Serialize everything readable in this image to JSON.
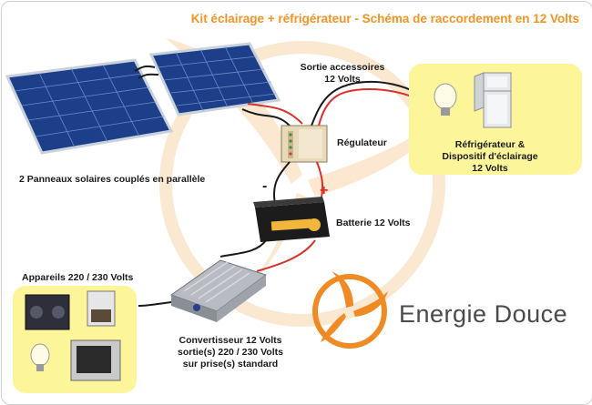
{
  "title": "Kit éclairage + réfrigérateur - Schéma de raccordement en 12 Volts",
  "labels": {
    "accessory_output_line1": "Sortie accessoires",
    "accessory_output_line2": "12 Volts",
    "regulator": "Régulateur",
    "panels": "2 Panneaux solaires couplés en parallèle",
    "battery": "Batterie 12 Volts",
    "fridge_line1": "Réfrigérateur &",
    "fridge_line2": "Dispositif d'éclairage",
    "fridge_line3": "12 Volts",
    "appliances": "Appareils 220 / 230 Volts",
    "converter_line1": "Convertisseur 12 Volts",
    "converter_line2": "sortie(s) 220 / 230 Volts",
    "converter_line3": "sur prise(s) standard",
    "minus": "-",
    "plus": "+"
  },
  "brand": "Energie Douce",
  "colors": {
    "title": "#f39323",
    "highlight_box": "#fdf59a",
    "cable_positive": "#d9302a",
    "cable_negative": "#1a1a1a",
    "logo_orange": "#f08a24",
    "watermark": "#fbe3c4"
  },
  "icons": [
    "solar-panel-icon",
    "regulator-icon",
    "battery-icon",
    "converter-icon",
    "bulb-icon",
    "fridge-icon",
    "hifi-icon",
    "coffee-maker-icon",
    "tv-icon",
    "logo-icon"
  ]
}
